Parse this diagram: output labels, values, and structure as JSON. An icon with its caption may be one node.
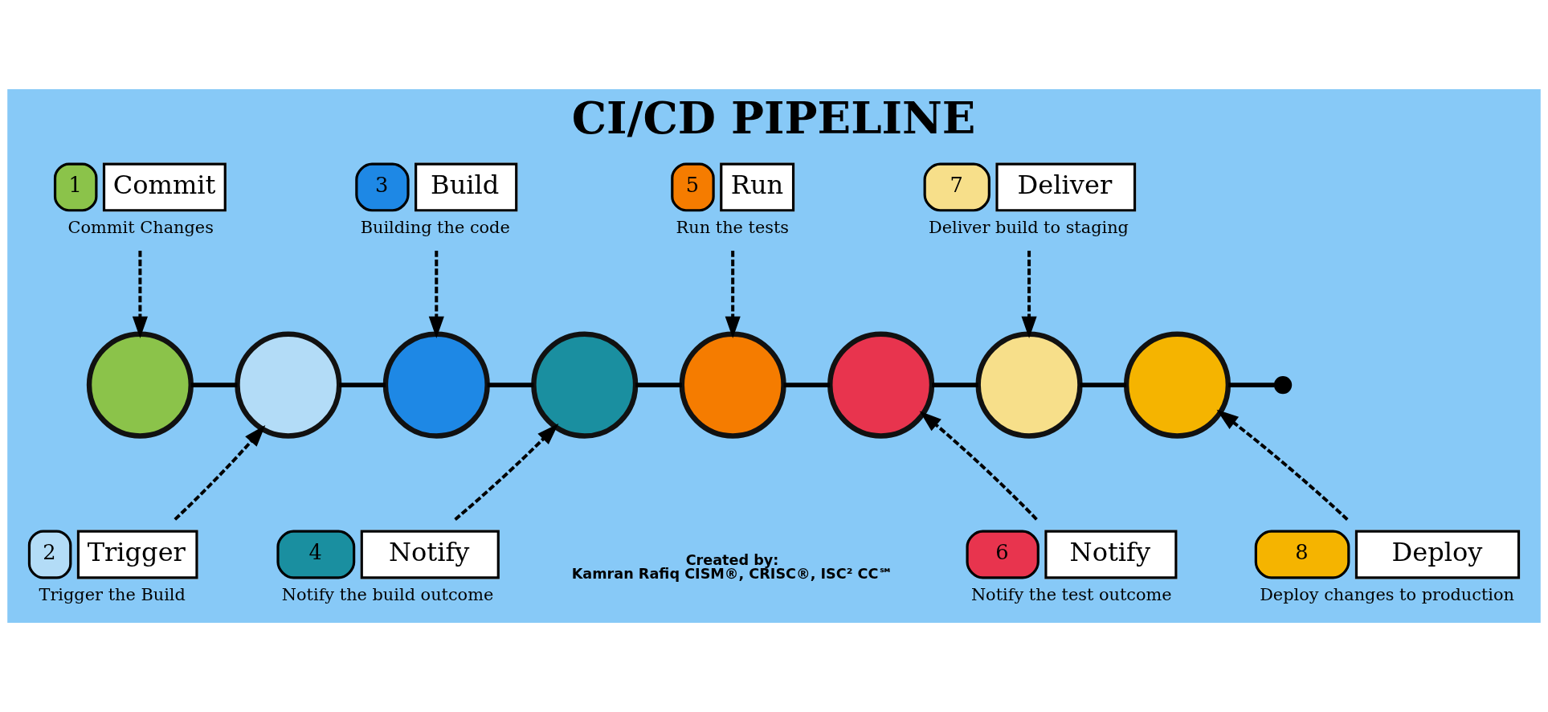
{
  "diagram": {
    "title": "CI/CD PIPELINE",
    "nodes": [
      {
        "text": [
          "1",
          "Commit"
        ],
        "beside": [
          "Commit Changes"
        ]
      },
      {
        "text": [
          "2",
          "Trigger"
        ],
        "beside": [
          "Trigger the Build"
        ]
      },
      {
        "text": [
          "3",
          "Build"
        ],
        "beside": [
          "Building the code"
        ]
      },
      {
        "text": [
          "4",
          "Notify"
        ],
        "beside": [
          "Notify the build outcome"
        ]
      },
      {
        "text": [
          "5",
          "Run"
        ],
        "beside": [
          "Run the tests"
        ]
      },
      {
        "text": [
          "6",
          "Notify"
        ],
        "beside": [
          "Notify the test outcome"
        ]
      },
      {
        "text": [
          "7",
          "Deliver"
        ],
        "beside": [
          "Deliver build to staging"
        ]
      },
      {
        "text": [
          "8",
          "Deploy"
        ],
        "beside": [
          "Deploy changes to production"
        ]
      },
      {
        "text": [],
        "shape": "circle"
      },
      {
        "text": [],
        "shape": "circle"
      },
      {
        "text": [],
        "shape": "circle"
      },
      {
        "text": [],
        "shape": "circle"
      },
      {
        "text": [],
        "shape": "circle"
      },
      {
        "text": [],
        "shape": "circle"
      },
      {
        "text": [],
        "shape": "circle"
      },
      {
        "text": [],
        "shape": "circle"
      },
      {
        "text": [],
        "shape": "dot"
      }
    ],
    "edges": [
      {
        "from": 0,
        "to": 8,
        "arrow": "to",
        "style": "dashed"
      },
      {
        "from": 1,
        "to": 9,
        "arrow": "to",
        "style": "dashed"
      },
      {
        "from": 2,
        "to": 10,
        "arrow": "to",
        "style": "dashed"
      },
      {
        "from": 3,
        "to": 11,
        "arrow": "to",
        "style": "dashed"
      },
      {
        "from": 4,
        "to": 12,
        "arrow": "to",
        "style": "dashed"
      },
      {
        "from": 5,
        "to": 13,
        "arrow": "to",
        "style": "dashed"
      },
      {
        "from": 6,
        "to": 14,
        "arrow": "to",
        "style": "dashed"
      },
      {
        "from": 7,
        "to": 15,
        "arrow": "to",
        "style": "dashed"
      },
      {
        "from": 8,
        "to": 9,
        "arrow": "none"
      },
      {
        "from": 9,
        "to": 10,
        "arrow": "none"
      },
      {
        "from": 10,
        "to": 11,
        "arrow": "none"
      },
      {
        "from": 11,
        "to": 12,
        "arrow": "none"
      },
      {
        "from": 12,
        "to": 13,
        "arrow": "none"
      },
      {
        "from": 13,
        "to": 14,
        "arrow": "none"
      },
      {
        "from": 14,
        "to": 15,
        "arrow": "none"
      },
      {
        "from": 15,
        "to": 16,
        "arrow": "none"
      }
    ],
    "labels": [
      "Created by:",
      "Kamran Rafiq CISM®, CRISC®, ISC² CC℠"
    ]
  }
}
